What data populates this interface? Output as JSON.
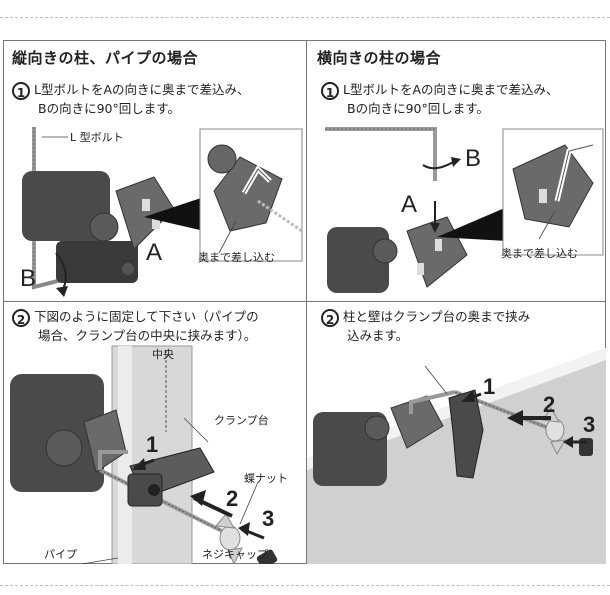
{
  "panels": {
    "tl": {
      "title": "縦向きの柱、パイプの場合",
      "step_num": "1",
      "step_line1": "L型ボルトをAの向きに奥まで差込み、",
      "step_line2": "Bの向きに90°回します。",
      "label_bolt": "L 型ボルト",
      "label_insert": "奥まで差し込む",
      "letter_a": "A",
      "letter_b": "B"
    },
    "tr": {
      "title": "横向きの柱の場合",
      "step_num": "1",
      "step_line1": "L型ボルトをAの向きに奥まで差込み、",
      "step_line2": "Bの向きに90°回します。",
      "label_insert": "奥まで差し込む",
      "letter_a": "A",
      "letter_b": "B"
    },
    "bl": {
      "step_num": "2",
      "step_line1": "下図のように固定して下さい（パイプの",
      "step_line2": "場合、クランプ台の中央に挟みます）。",
      "label_center": "中央",
      "label_clamp": "クランプ台",
      "label_wingnut": "蝶ナット",
      "label_pipe": "パイプ",
      "label_cap": "ネジキャップ",
      "n1": "1",
      "n2": "2",
      "n3": "3"
    },
    "br": {
      "step_num": "2",
      "step_line1": "柱と壁はクランプ台の奥まで挟み",
      "step_line2": "込みます。",
      "n1": "1",
      "n2": "2",
      "n3": "3"
    }
  }
}
